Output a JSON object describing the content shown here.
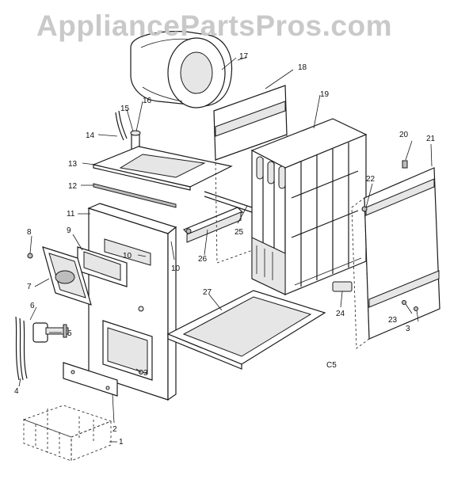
{
  "watermark": "AppliancePartsPros.com",
  "diagram_code": "C5",
  "callouts": {
    "c1": "1",
    "c2": "2",
    "c3a": "3",
    "c3b": "3",
    "c4": "4",
    "c5": "5",
    "c6": "6",
    "c7": "7",
    "c8": "8",
    "c9": "9",
    "c10a": "10",
    "c10b": "10",
    "c11": "11",
    "c12": "12",
    "c13": "13",
    "c14": "14",
    "c15": "15",
    "c16": "16",
    "c17": "17",
    "c18": "18",
    "c19": "19",
    "c20": "20",
    "c21": "21",
    "c22": "22",
    "c23": "23",
    "c24": "24",
    "c25": "25",
    "c26": "26",
    "c27": "27"
  }
}
